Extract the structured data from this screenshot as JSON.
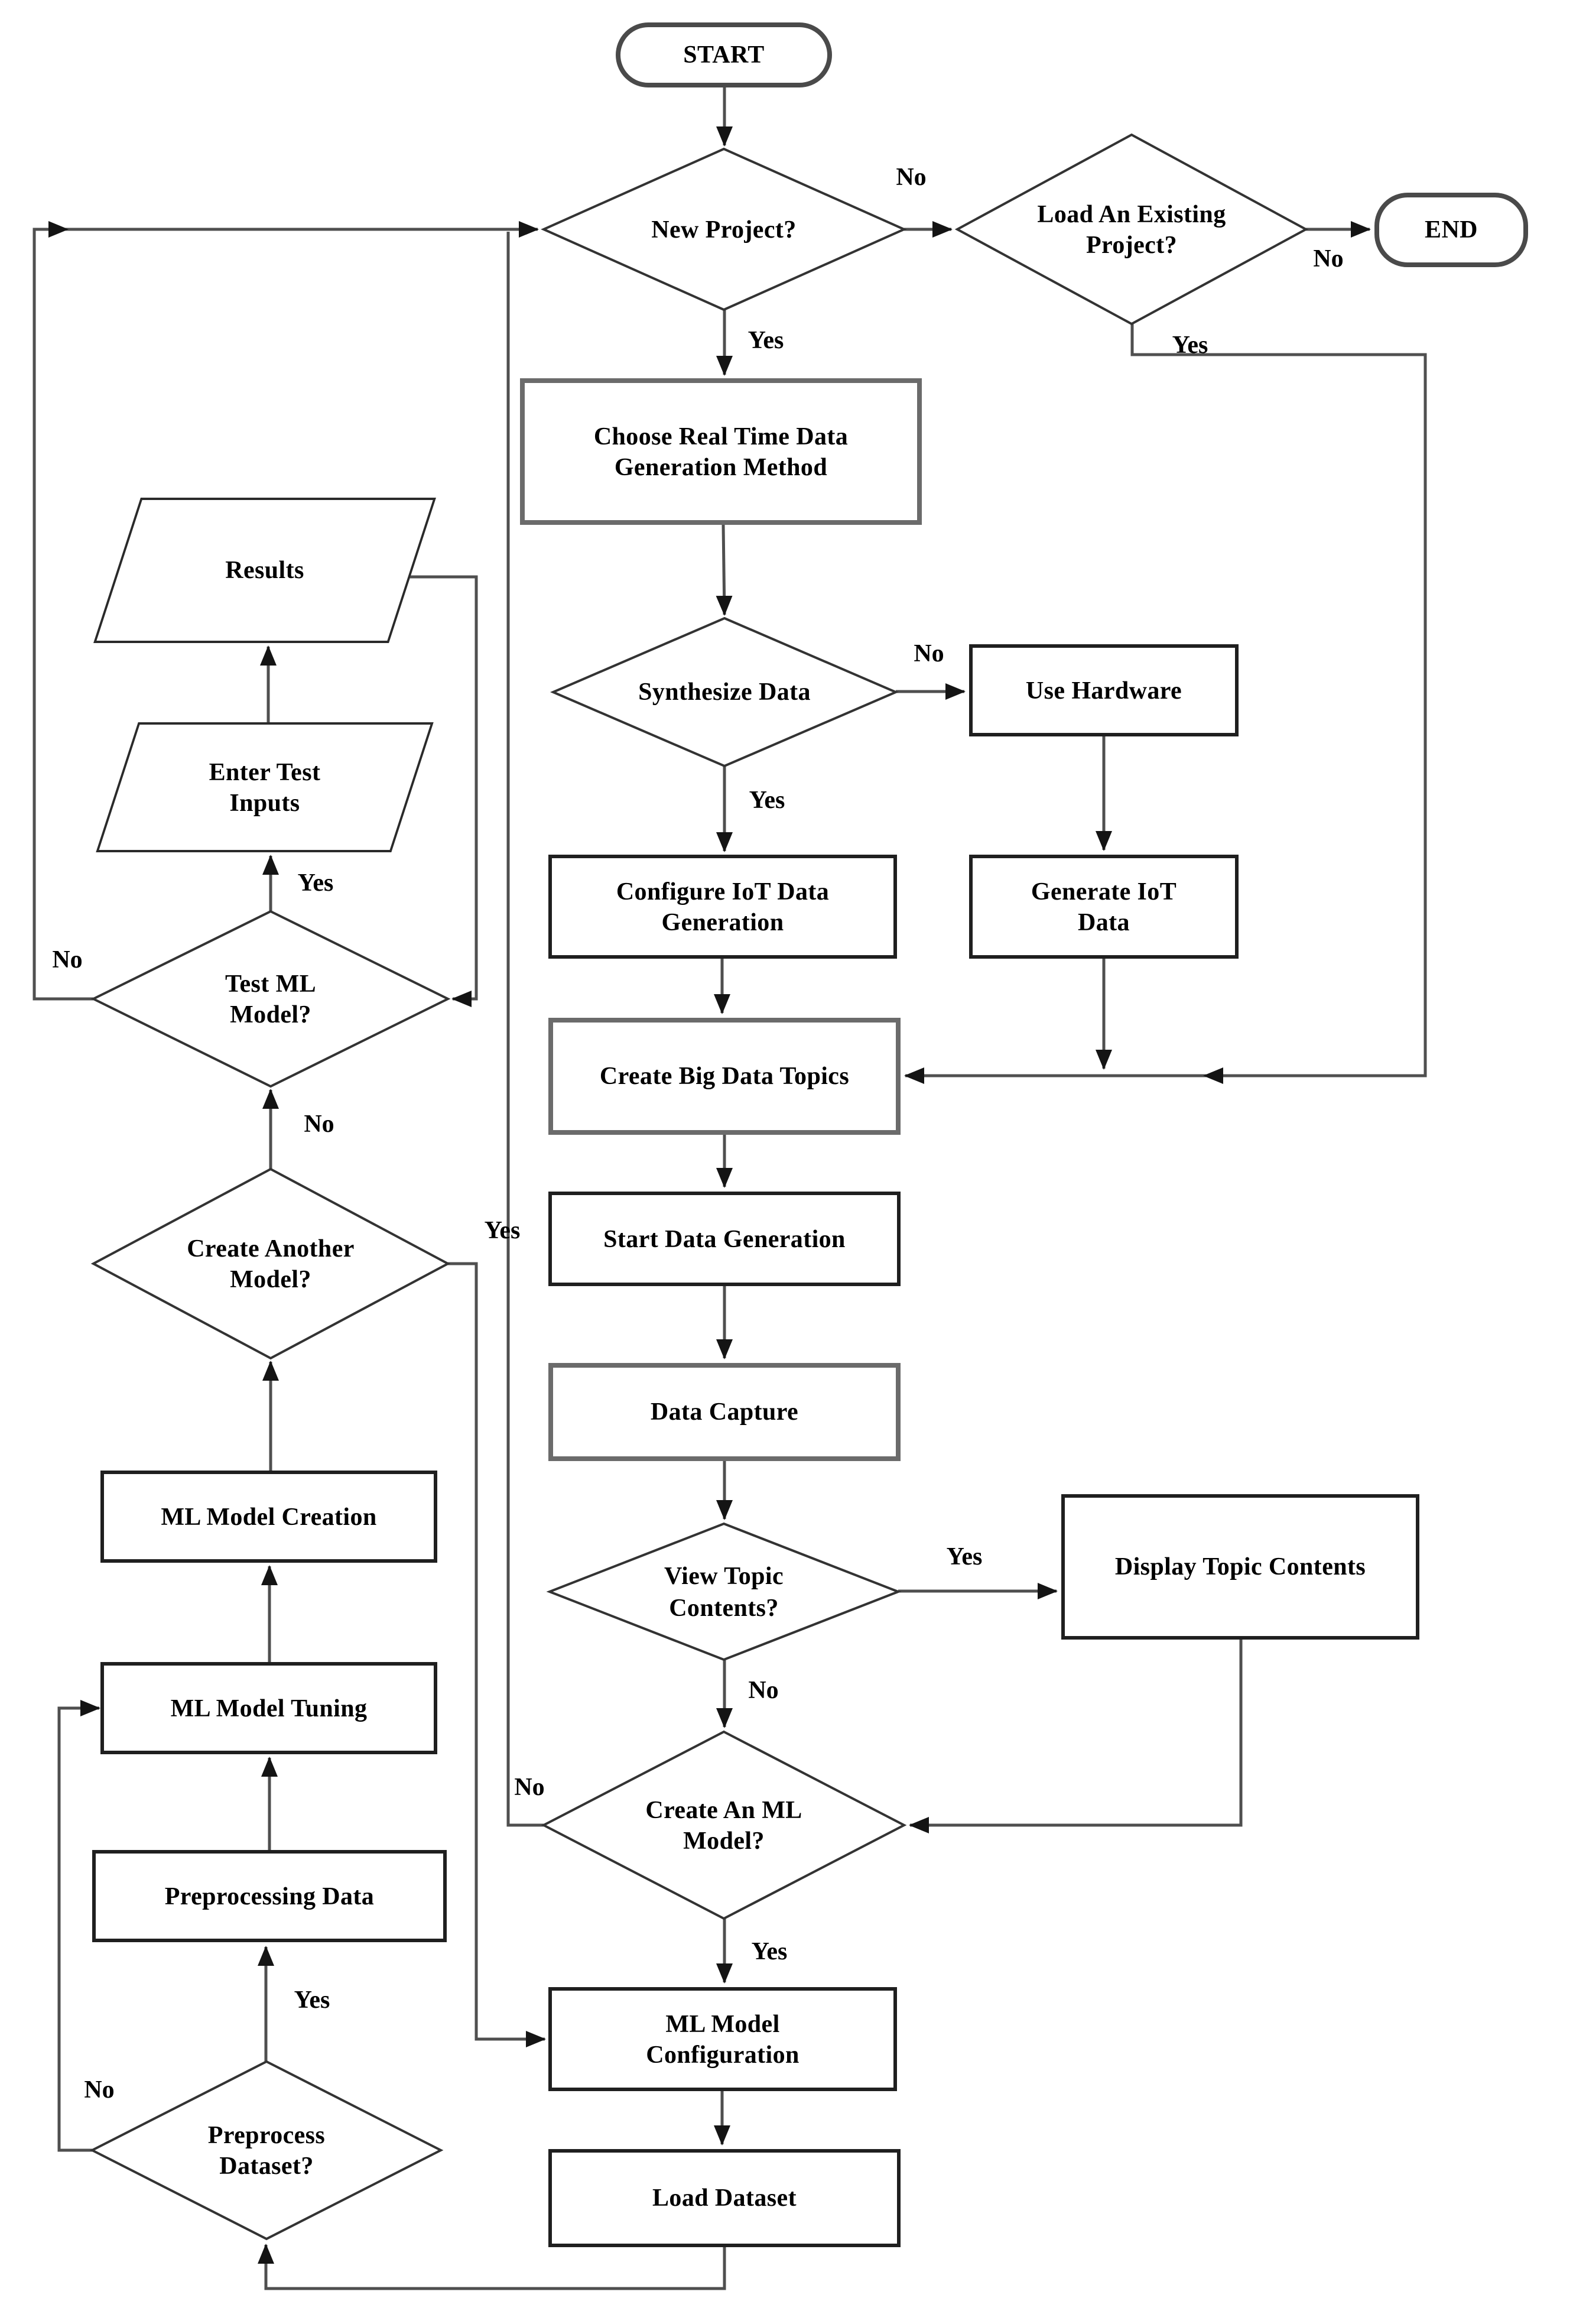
{
  "diagram": {
    "type": "flowchart",
    "background": "#ffffff",
    "line_color": "#4f4f4f",
    "shape_border_color": "#1f1f1f",
    "text_color": "#000000"
  },
  "nodes": {
    "start": {
      "label": "START",
      "type": "terminator"
    },
    "new_project": {
      "label": "New Project?",
      "type": "decision"
    },
    "load_existing": {
      "label": "Load An Existing Project?",
      "type": "decision"
    },
    "end": {
      "label": "END",
      "type": "terminator"
    },
    "choose_method": {
      "label": "Choose Real Time Data Generation Method",
      "type": "process"
    },
    "synthesize": {
      "label": "Synthesize Data",
      "type": "decision"
    },
    "use_hardware": {
      "label": "Use Hardware",
      "type": "process"
    },
    "configure_iot": {
      "label": "Configure IoT Data Generation",
      "type": "process"
    },
    "generate_iot": {
      "label": "Generate IoT Data",
      "type": "process"
    },
    "create_topics": {
      "label": "Create Big Data Topics",
      "type": "process"
    },
    "start_generation": {
      "label": "Start Data Generation",
      "type": "process"
    },
    "data_capture": {
      "label": "Data Capture",
      "type": "process"
    },
    "view_topic": {
      "label": "View Topic Contents?",
      "type": "decision"
    },
    "display_topic": {
      "label": "Display Topic Contents",
      "type": "process"
    },
    "create_ml": {
      "label": "Create An ML Model?",
      "type": "decision"
    },
    "ml_config": {
      "label": "ML Model Configuration",
      "type": "process"
    },
    "load_dataset": {
      "label": "Load Dataset",
      "type": "process"
    },
    "preprocess": {
      "label": "Preprocess Dataset?",
      "type": "decision"
    },
    "preprocessing_data": {
      "label": "Preprocessing Data",
      "type": "process"
    },
    "ml_tuning": {
      "label": "ML Model Tuning",
      "type": "process"
    },
    "ml_creation": {
      "label": "ML Model Creation",
      "type": "process"
    },
    "create_another": {
      "label": "Create Another Model?",
      "type": "decision"
    },
    "test_ml": {
      "label": "Test ML Model?",
      "type": "decision"
    },
    "enter_inputs": {
      "label": "Enter Test Inputs",
      "type": "input"
    },
    "results": {
      "label": "Results",
      "type": "input"
    }
  },
  "edge_labels": {
    "new_project_no": "No",
    "new_project_yes": "Yes",
    "load_existing_no": "No",
    "load_existing_yes": "Yes",
    "synthesize_no": "No",
    "synthesize_yes": "Yes",
    "view_topic_yes": "Yes",
    "view_topic_no": "No",
    "create_ml_no": "No",
    "create_ml_yes": "Yes",
    "test_ml_yes": "Yes",
    "test_ml_no": "No",
    "create_another_no": "No",
    "create_another_yes": "Yes",
    "preprocess_yes": "Yes",
    "preprocess_no": "No"
  }
}
